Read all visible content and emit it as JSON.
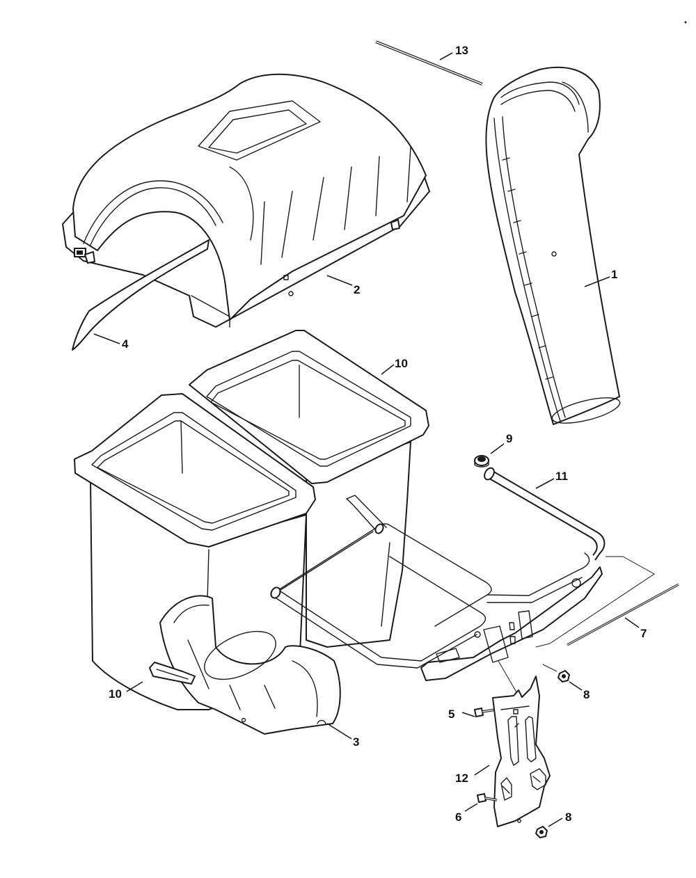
{
  "callouts": {
    "c1": "1",
    "c2": "2",
    "c3": "3",
    "c4": "4",
    "c5": "5",
    "c6": "6",
    "c7": "7",
    "c8a": "8",
    "c8b": "8",
    "c9": "9",
    "c10a": "10",
    "c10b": "10",
    "c11": "11",
    "c12": "12",
    "c13": "13"
  }
}
